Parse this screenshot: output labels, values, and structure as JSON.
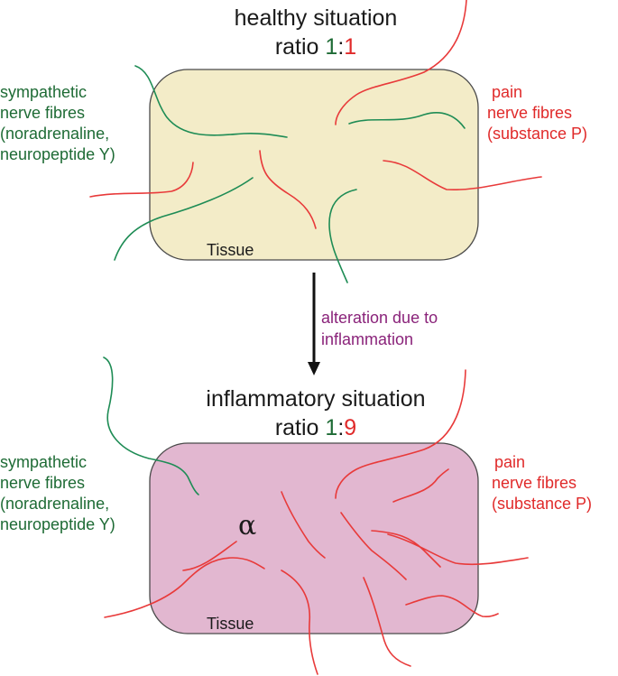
{
  "healthy": {
    "title": "healthy situation",
    "ratio_prefix": "ratio ",
    "ratio_green": "1",
    "ratio_sep": ":",
    "ratio_red": "1",
    "tissue_label": "Tissue",
    "tissue_color": "#f3ecc8"
  },
  "arrow_label": {
    "line1": "alteration due to",
    "line2": "inflammation"
  },
  "inflamed": {
    "title": "inflammatory situation",
    "ratio_prefix": "ratio ",
    "ratio_green": "1",
    "ratio_sep": ":",
    "ratio_red": "9",
    "tissue_label": "Tissue",
    "tissue_color": "#e2b7d0",
    "symbol": "α"
  },
  "sympathetic_label": {
    "line1": "sympathetic",
    "line2": "nerve fibres",
    "line3": "(noradrenaline,",
    "line4": "neuropeptide Y)"
  },
  "pain_label": {
    "line1": "pain",
    "line2": "nerve fibres",
    "line3": "(substance P)"
  },
  "colors": {
    "sympathetic": "#1e6b35",
    "pain": "#e02a2a",
    "arrow_text": "#8a237a"
  }
}
